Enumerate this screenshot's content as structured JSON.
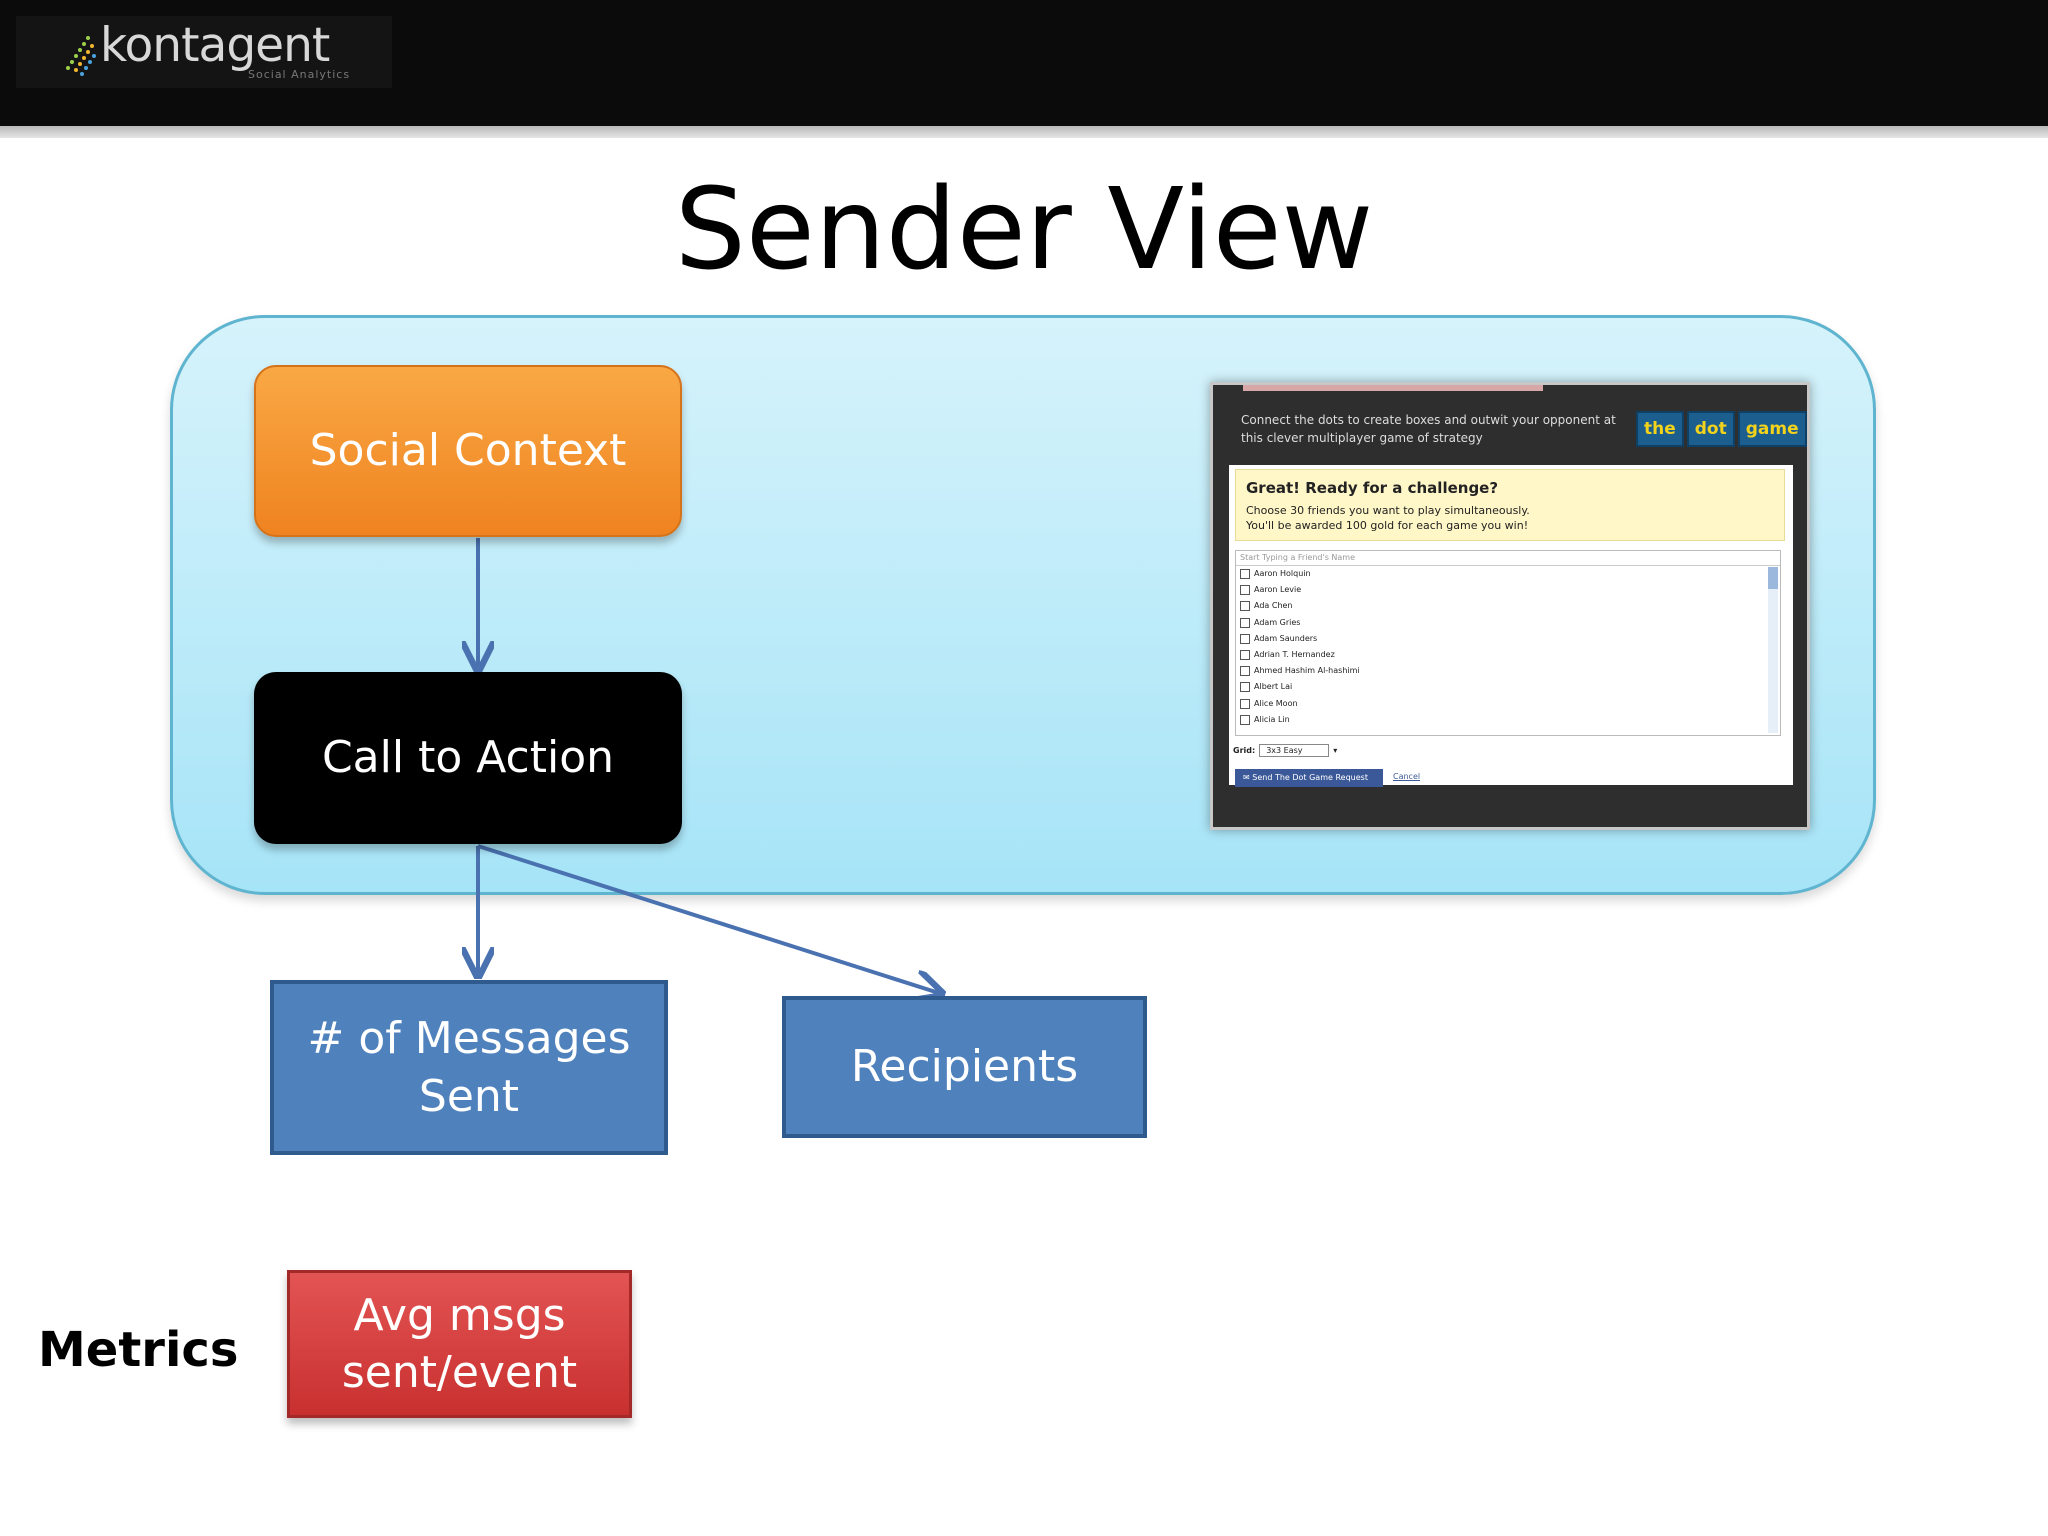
{
  "header": {
    "logo_text": "kontagent",
    "logo_tagline": "Social Analytics"
  },
  "slide": {
    "title": "Sender View"
  },
  "diagram": {
    "social_context": "Social Context",
    "call_to_action": "Call to Action",
    "messages_sent": "# of Messages Sent",
    "recipients": "Recipients",
    "avg_msgs": "Avg msgs sent/event",
    "metrics_label": "Metrics"
  },
  "colors": {
    "orange": "#f39a32",
    "blue_box": "#4f81bd",
    "red_box": "#d84545",
    "panel": "#bdeaf8",
    "arrow": "#4a72b0"
  },
  "screenshot": {
    "description": "Connect the dots to create boxes and outwit your opponent at this clever multiplayer game of strategy",
    "logo_words": [
      "the",
      "dot",
      "game"
    ],
    "alert_title": "Great! Ready for a challenge?",
    "alert_line1": "Choose 30 friends you want to play simultaneously.",
    "alert_line2": "You'll be awarded 100 gold for each game you win!",
    "search_placeholder": "Start Typing a Friend's Name",
    "friends": [
      "Aaron Holquin",
      "Aaron Levie",
      "Ada Chen",
      "Adam Gries",
      "Adam Saunders",
      "Adrian T. Hernandez",
      "Ahmed Hashim Al-hashimi",
      "Albert Lai",
      "Alice Moon",
      "Alicia Lin"
    ],
    "grid_label": "Grid:",
    "grid_value": "3x3 Easy",
    "send_button": "Send The Dot Game Request",
    "cancel_link": "Cancel"
  }
}
